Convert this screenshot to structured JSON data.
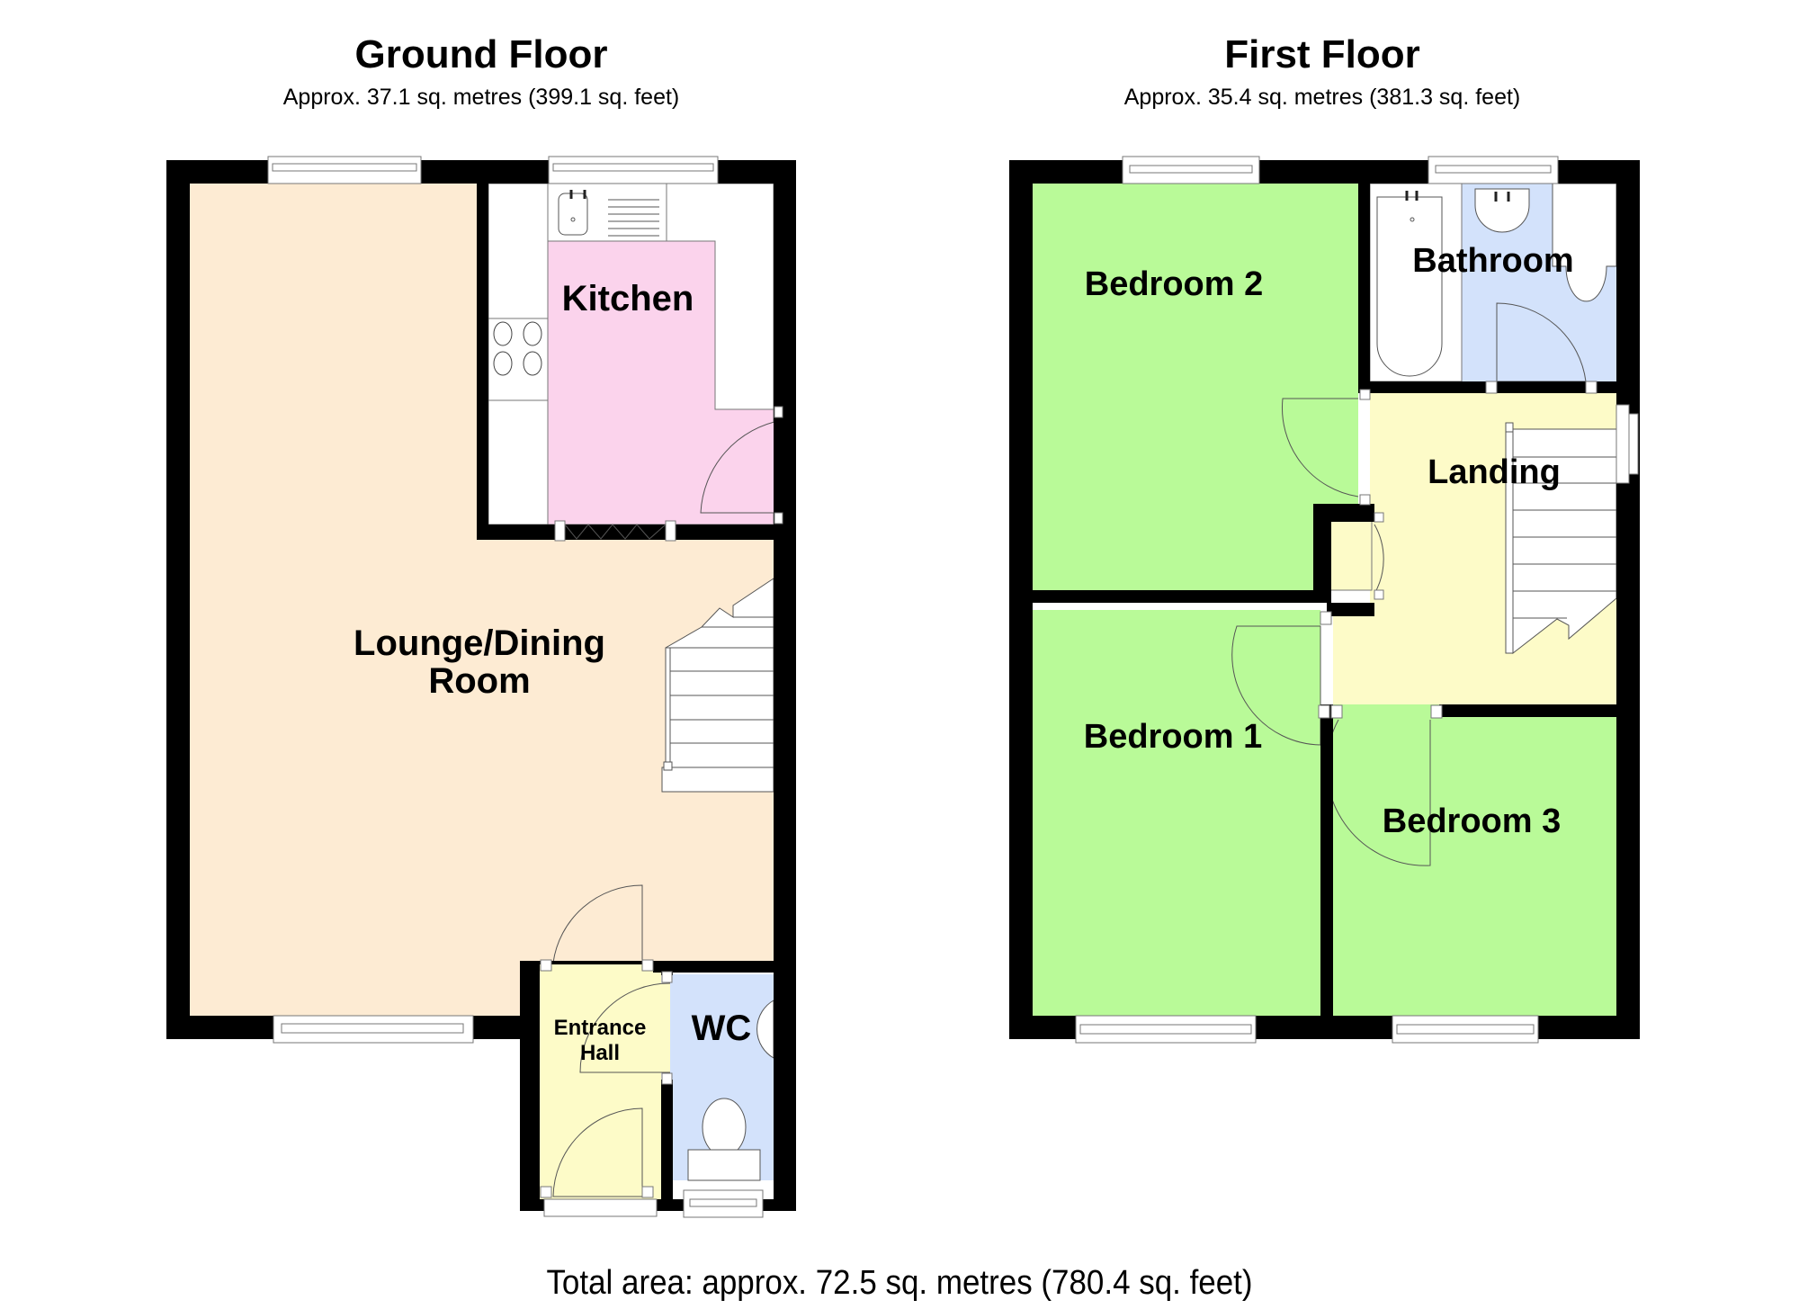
{
  "ground_floor": {
    "title": "Ground Floor",
    "area": "Approx. 37.1 sq. metres (399.1 sq. feet)",
    "rooms": {
      "lounge_line1": "Lounge/Dining",
      "lounge_line2": "Room",
      "kitchen": "Kitchen",
      "entrance_line1": "Entrance",
      "entrance_line2": "Hall",
      "wc": "WC"
    }
  },
  "first_floor": {
    "title": "First Floor",
    "area": "Approx. 35.4 sq. metres (381.3 sq. feet)",
    "rooms": {
      "bedroom2": "Bedroom 2",
      "bathroom": "Bathroom",
      "landing": "Landing",
      "bedroom1": "Bedroom 1",
      "bedroom3": "Bedroom 3"
    }
  },
  "total_area": "Total area: approx. 72.5 sq. metres (780.4 sq. feet)",
  "colors": {
    "wall": "#000000",
    "lounge": "#fdebd3",
    "kitchen": "#fbd3ec",
    "hall": "#fdfbc8",
    "wc_bath": "#d3e2fb",
    "bedroom": "#b9fa98",
    "landing": "#fdfbc8"
  }
}
